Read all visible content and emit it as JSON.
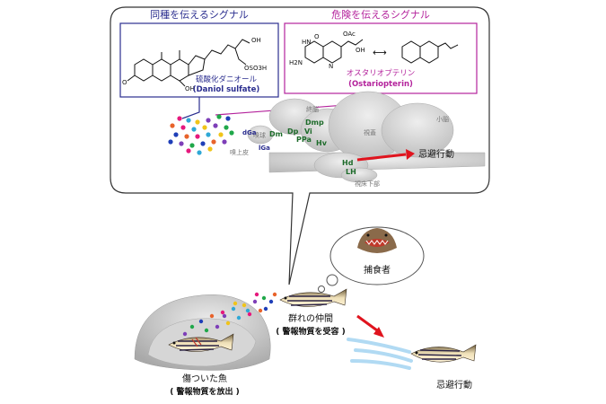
{
  "panels": {
    "kin": {
      "title": "同種を伝えるシグナル",
      "compound_jp": "硫酸化ダニオール",
      "compound_en": "(Daniol sulfate)",
      "atoms": {
        "oh": "OH",
        "so3h": "OSO3H",
        "o": "O",
        "oh2": "OH"
      }
    },
    "danger": {
      "title": "危険を伝えるシグナル",
      "compound_jp": "オスタリオプテリン",
      "compound_en": "(Ostariopterin)",
      "atoms": {
        "oac": "OAc",
        "oh": "OH",
        "nh2": "H2N",
        "o": "O",
        "n": "N",
        "hn": "HN"
      }
    }
  },
  "brain": {
    "labels": {
      "telencephalon": "終脳",
      "cerebellum": "小脳",
      "tectum": "視蓋",
      "olfactory_bulb": "嗅球",
      "olfactory_epithelium": "嗅上皮",
      "hypothalamus": "視床下部"
    },
    "regions": [
      "Dmp",
      "Dm",
      "Dp",
      "Vi",
      "PPa",
      "Hv",
      "Hd",
      "LH"
    ],
    "glomeruli": [
      "dGa",
      "lGa"
    ],
    "output": "忌避行動"
  },
  "scene": {
    "predator": "捕食者",
    "shoal_member": "群れの仲間",
    "shoal_member_sub": "( 警報物質を受容 )",
    "injured": "傷ついた魚",
    "injured_sub": "( 警報物質を放出 )",
    "avoidance": "忌避行動"
  },
  "colors": {
    "kin": "#2b2e8f",
    "danger": "#b4239c",
    "region_green": "#1d6b2a",
    "arrow_red": "#e0141e",
    "brain_gray": "#cfcfcf",
    "dots": [
      "#e6197d",
      "#2fa8d6",
      "#f0c419",
      "#7e3fb8",
      "#20a84a",
      "#1f3fb8",
      "#e8632b"
    ]
  }
}
